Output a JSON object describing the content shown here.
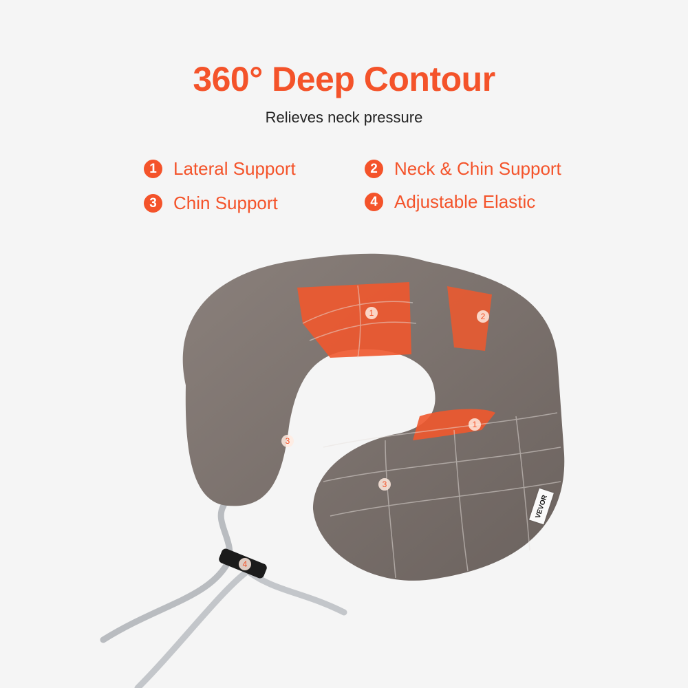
{
  "header": {
    "title": "360° Deep Contour",
    "subtitle": "Relieves neck pressure"
  },
  "features": [
    {
      "number": "1",
      "label": "Lateral Support"
    },
    {
      "number": "2",
      "label": "Neck & Chin Support"
    },
    {
      "number": "3",
      "label": "Chin Support"
    },
    {
      "number": "4",
      "label": "Adjustable Elastic"
    }
  ],
  "product": {
    "name": "neck pillow",
    "brand_tag": "VEVOR",
    "markers": [
      "1",
      "2",
      "1",
      "3",
      "3",
      "4"
    ]
  },
  "colors": {
    "accent": "#f4532a",
    "pillow": "#7b716c",
    "background": "#f5f5f5"
  }
}
